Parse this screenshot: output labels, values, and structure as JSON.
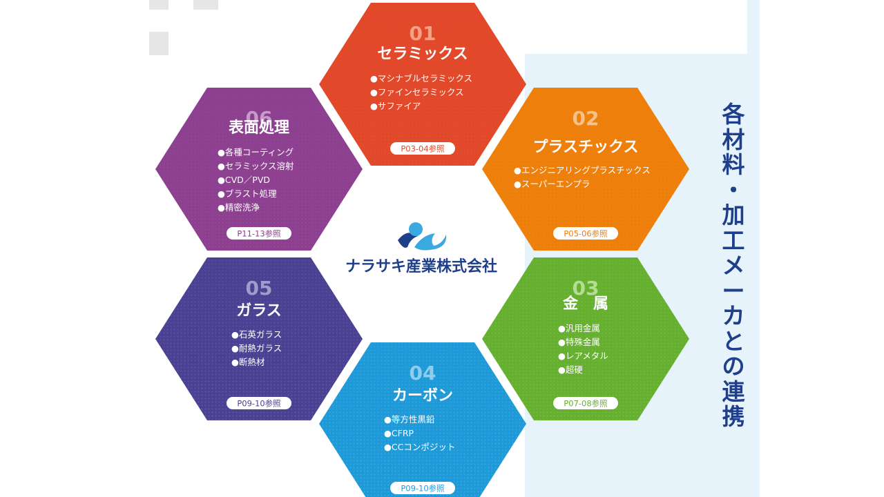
{
  "side_title": [
    "各",
    "材",
    "料",
    "・",
    "加",
    "工",
    "メ",
    "ー",
    "カ",
    "と",
    "の",
    "連",
    "携"
  ],
  "company": "ナラサキ産業株式会社",
  "colors": {
    "accent_blue": "#1f3f8a",
    "band_light": "#e6f3fb",
    "ceramics": "#e2492a",
    "plastics": "#ee7f0a",
    "metal": "#66b030",
    "carbon": "#1e9ad9",
    "glass": "#4b4193",
    "surface": "#8d3f90"
  },
  "hexes": [
    {
      "id": "ceramics",
      "num": "01",
      "title": "セラミックス",
      "items": [
        "●マシナブルセラミックス",
        "●ファインセラミックス",
        "●サファイア"
      ],
      "ref": "P03-04参照",
      "color": "#e2492a",
      "num_color": "#f3a184"
    },
    {
      "id": "plastics",
      "num": "02",
      "title": "プラスチックス",
      "items": [
        "●エンジニアリングプラスチックス",
        "●スーパーエンプラ"
      ],
      "ref": "P05-06参照",
      "color": "#ee7f0a",
      "num_color": "#f7c28a"
    },
    {
      "id": "metal",
      "num": "03",
      "title": "金　属",
      "items": [
        "●汎用金属",
        "●特殊金属",
        "●レアメタル",
        "●超硬"
      ],
      "ref": "P07-08参照",
      "color": "#66b030",
      "num_color": "#b6dc93"
    },
    {
      "id": "carbon",
      "num": "04",
      "title": "カーボン",
      "items": [
        "●等方性黒鉛",
        "●CFRP",
        "●CCコンポジット"
      ],
      "ref": "P09-10参照",
      "color": "#1e9ad9",
      "num_color": "#8fcdef"
    },
    {
      "id": "glass",
      "num": "05",
      "title": "ガラス",
      "items": [
        "●石英ガラス",
        "●耐熱ガラス",
        "●断熱材"
      ],
      "ref": "P09-10参照",
      "color": "#4b4193",
      "num_color": "#a39ccb"
    },
    {
      "id": "surface",
      "num": "06",
      "title": "表面処理",
      "items": [
        "●各種コーティング",
        "●セラミックス溶射",
        "●CVD／PVD",
        "●ブラスト処理",
        "●精密洗浄"
      ],
      "ref": "P11-13参照",
      "color": "#8d3f90",
      "num_color": "#c79ac9"
    }
  ]
}
